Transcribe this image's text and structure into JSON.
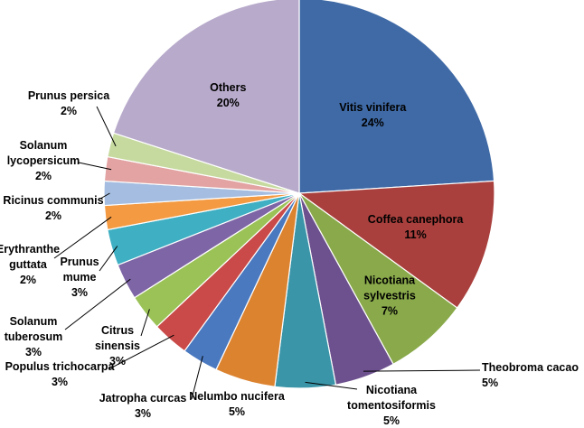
{
  "chart_data": {
    "type": "pie",
    "title": "",
    "start_angle_deg": 0,
    "direction": "clockwise",
    "legend": "none",
    "slices": [
      {
        "label": "Vitis vinifera",
        "value": 24,
        "display": "24%",
        "color": "#3F6AA6"
      },
      {
        "label": "Coffea canephora",
        "value": 11,
        "display": "11%",
        "color": "#A9403D"
      },
      {
        "label": "Nicotiana sylvestris",
        "value": 7,
        "display": "7%",
        "color": "#89A94A"
      },
      {
        "label": "Theobroma cacao",
        "value": 5,
        "display": "5%",
        "color": "#6D518E"
      },
      {
        "label": "Nicotiana tomentosiformis",
        "value": 5,
        "display": "5%",
        "color": "#3A95A8"
      },
      {
        "label": "Nelumbo nucifera",
        "value": 5,
        "display": "5%",
        "color": "#DC8330"
      },
      {
        "label": "Jatropha curcas",
        "value": 3,
        "display": "3%",
        "color": "#4A79C0"
      },
      {
        "label": "Populus trichocarpa",
        "value": 3,
        "display": "3%",
        "color": "#C94A48"
      },
      {
        "label": "Citrus sinensis",
        "value": 3,
        "display": "3%",
        "color": "#9BC257"
      },
      {
        "label": "Solanum tuberosum",
        "value": 3,
        "display": "3%",
        "color": "#7E65A6"
      },
      {
        "label": "Prunus mume",
        "value": 3,
        "display": "3%",
        "color": "#3FAFC3"
      },
      {
        "label": "Erythranthe guttata",
        "value": 2,
        "display": "2%",
        "color": "#F39A42"
      },
      {
        "label": "Ricinus communis",
        "value": 2,
        "display": "2%",
        "color": "#A4BDE0"
      },
      {
        "label": "Solanum lycopersicum",
        "value": 2,
        "display": "2%",
        "color": "#E2A3A2"
      },
      {
        "label": "Prunus persica",
        "value": 2,
        "display": "2%",
        "color": "#C6DA9F"
      },
      {
        "label": "Others",
        "value": 20,
        "display": "20%",
        "color": "#B8AACB"
      }
    ]
  }
}
